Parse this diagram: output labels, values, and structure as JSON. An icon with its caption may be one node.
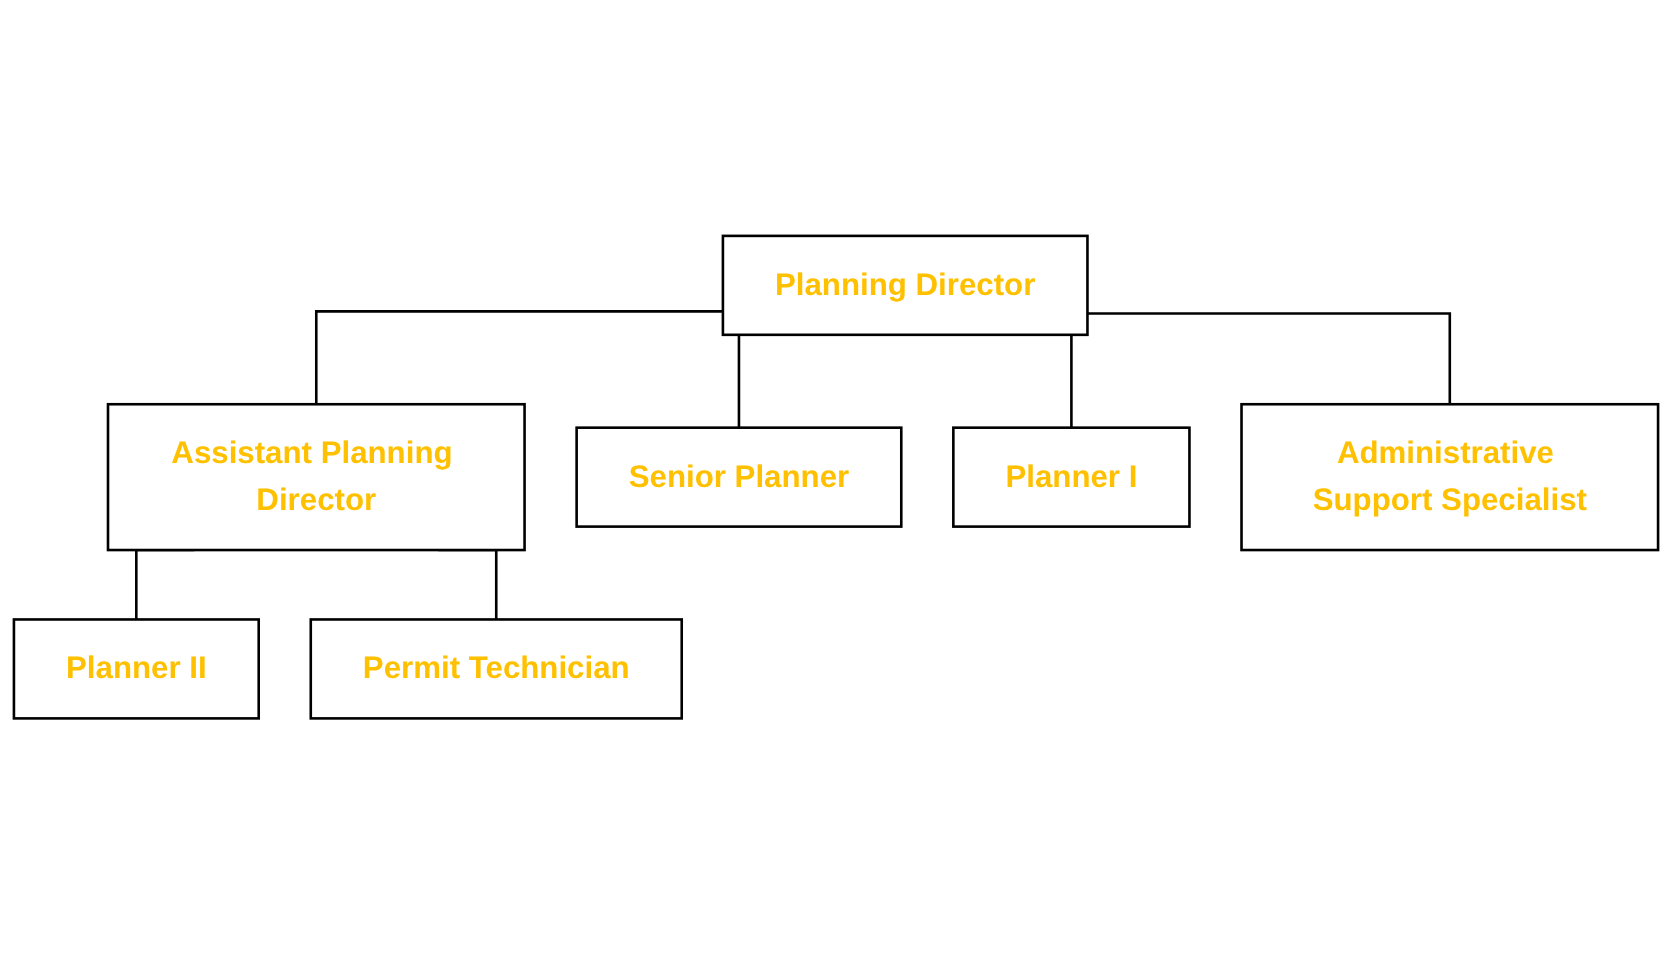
{
  "diagram": {
    "nodes": [
      {
        "text": [
          "Planning Director"
        ]
      },
      {
        "text": [
          "Assistant Planning Director"
        ]
      },
      {
        "text": [
          "Senior Planner"
        ]
      },
      {
        "text": [
          "Planner I"
        ]
      },
      {
        "text": [
          "Administrative Support Specialist"
        ]
      },
      {
        "text": [
          "Planner II"
        ]
      },
      {
        "text": [
          "Permit Technician"
        ]
      }
    ],
    "edges": [
      {
        "from": 0,
        "to": 1,
        "arrow": "none"
      },
      {
        "from": 0,
        "to": 2,
        "arrow": "none"
      },
      {
        "from": 0,
        "to": 3,
        "arrow": "none"
      },
      {
        "from": 0,
        "to": 4,
        "arrow": "none"
      },
      {
        "from": 1,
        "to": 5,
        "arrow": "none"
      },
      {
        "from": 1,
        "to": 6,
        "arrow": "none"
      }
    ]
  }
}
